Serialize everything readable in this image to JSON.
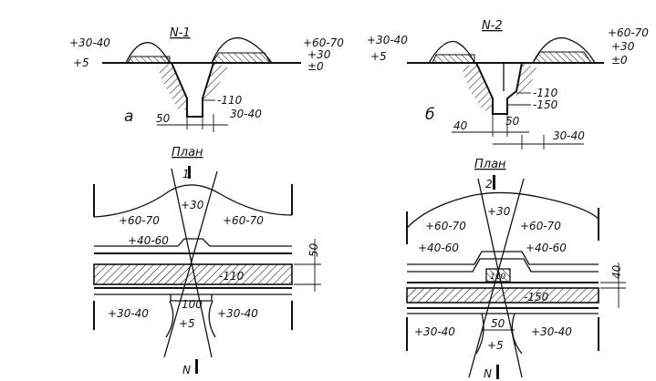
{
  "fig_a": {
    "section_title": "N-1",
    "letter": "а",
    "left_top": "+30-40",
    "left_bottom": "+5",
    "right_top": "+60-70",
    "right_mid": "+30",
    "right_bottom": "±0",
    "depth": "-110",
    "dim_a": "50",
    "dim_b": "30-40"
  },
  "plan_a": {
    "title": "План",
    "section_mark": "1",
    "section_mark_2": "N",
    "z_30": "+30",
    "z_6070_left": "+60-70",
    "z_6070_right": "+60-70",
    "z_4060": "+40-60",
    "depth": "-110",
    "z_3040_left": "+30-40",
    "z_3040_right": "+30-40",
    "z_5": "+5",
    "dim_100": "100",
    "dim_50": "50"
  },
  "fig_b": {
    "section_title": "N-2",
    "letter": "б",
    "left_top": "+30-40",
    "left_bottom": "+5",
    "right_top": "+60-70",
    "right_mid": "+30",
    "right_bottom": "±0",
    "depth_1": "-110",
    "depth_2": "-150",
    "dim_40": "40",
    "dim_50": "50",
    "dim_3040": "30-40"
  },
  "plan_b": {
    "title": "План",
    "section_mark": "2",
    "section_mark_2": "N",
    "z_30": "+30",
    "z_6070_left": "+60-70",
    "z_6070_right": "+60-70",
    "z_4060_left": "+40-60",
    "z_4060_right": "+40-60",
    "box": "110",
    "depth": "-150",
    "dim_40": "40",
    "z_3040_left": "+30-40",
    "z_3040_right": "+30-40",
    "dim_50": "50",
    "z_5": "+5"
  }
}
